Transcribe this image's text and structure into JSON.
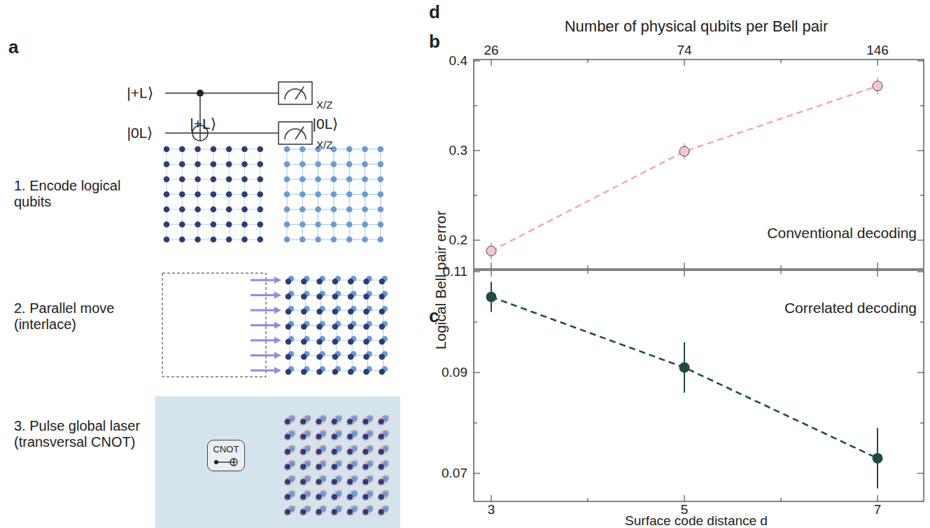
{
  "diagram": {
    "nodes": [
      {
        "text": [
          "CNOT"
        ]
      }
    ],
    "labels": [
      "a",
      "|+L⟩",
      "|0L⟩",
      "X/Z",
      "X/Z",
      "|+L⟩",
      "|0L⟩",
      "1. Encode logical qubits",
      "2. Parallel move (interlace)",
      "3. Pulse global laser (transversal CNOT)",
      "d",
      "Number of physical qubits per Bell pair",
      "26",
      "74",
      "146",
      "b",
      "0.4",
      "0.3",
      "0.2",
      "Conventional decoding",
      "Logical Bell pair error",
      "c",
      "0.11",
      "0.09",
      "0.07",
      "Correlated decoding",
      "3",
      "5",
      "7",
      "Surface code distance d"
    ]
  }
}
